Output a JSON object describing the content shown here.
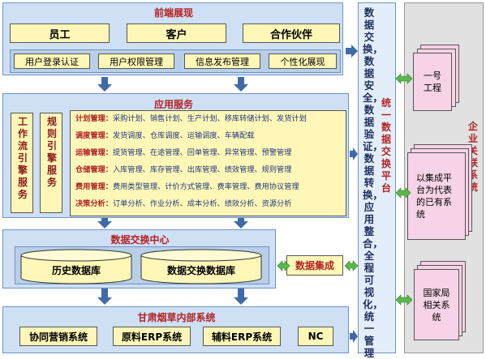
{
  "frontend": {
    "title": "前端展现",
    "roles": [
      "员工",
      "客户",
      "合作伙伴"
    ],
    "functions": [
      "用户登录认证",
      "用户权限管理",
      "信息发布管理",
      "个性化展现"
    ]
  },
  "app_services": {
    "title": "应用服务",
    "side_boxes": [
      "工作流引擎服务",
      "规则引擎服务"
    ],
    "rows": [
      {
        "key": "计划管理：",
        "value": "采购计划、销售计划、生产计划、移库转储计划、发货计划"
      },
      {
        "key": "调度管理：",
        "value": "发货调度、仓库调度、运输调度、车辆配载"
      },
      {
        "key": "运输管理：",
        "value": "提货管理、在途管理、回单管理、异常管理、预警管理"
      },
      {
        "key": "仓储管理：",
        "value": "入库管理、库存管理、出库管理、绩效管理、规则管理"
      },
      {
        "key": "费用管理：",
        "value": "费用类型管理、计价方式管理、费率管理、费用协议管理"
      },
      {
        "key": "决策分析：",
        "value": "订单分析、作业分析、成本分析、绩效分析、资源分析"
      }
    ]
  },
  "data_center": {
    "title": "数据交换中心",
    "dbs": [
      "历史数据库",
      "数据交换数据库"
    ],
    "integration": "数据集成"
  },
  "internal": {
    "title": "甘肃烟草内部系统",
    "systems": [
      "协同营销系统",
      "原料ERP系统",
      "辅料ERP系统",
      "NC"
    ]
  },
  "platform": {
    "left_text": "数据交换，数据安全，数据验证，数据转换，应用整合，全程可视化，统一管理",
    "right_text": "统一数据交换平台"
  },
  "enterprise": {
    "title": "企业关联系统",
    "items": [
      "一号工程",
      "以集成平台为代表的已有系统",
      "国家局相关系统"
    ]
  },
  "colors": {
    "panel": "#cfe0f4",
    "yellow_box": "#fff7b8",
    "pink": "#f6d3e6",
    "gray_panel": "#e1e1e1",
    "title_red": "#b22222",
    "arrow_blue": "#3f6aa8",
    "arrow_green": "#59b84a"
  }
}
